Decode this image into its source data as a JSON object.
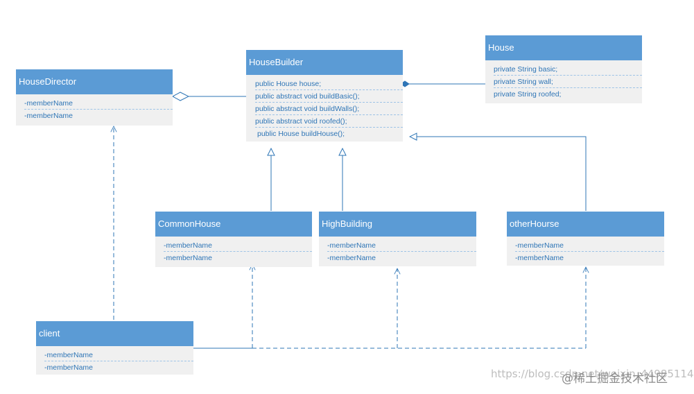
{
  "classes": {
    "house_director": {
      "name": "HouseDirector",
      "members": [
        "-memberName",
        "-memberName"
      ]
    },
    "house_builder": {
      "name": "HouseBuilder",
      "members": [
        "public House house;",
        "public abstract void buildBasic();",
        "public abstract void buildWalls();",
        "public abstract void roofed();",
        "public House buildHouse();"
      ]
    },
    "house": {
      "name": "House",
      "members": [
        "private String basic;",
        "private String wall;",
        "private String roofed;"
      ]
    },
    "common_house": {
      "name": "CommonHouse",
      "members": [
        "-memberName",
        "-memberName"
      ]
    },
    "high_building": {
      "name": "HighBuilding",
      "members": [
        "-memberName",
        "-memberName"
      ]
    },
    "other_hourse": {
      "name": "otherHourse",
      "members": [
        "-memberName",
        "-memberName"
      ]
    },
    "client": {
      "name": "client",
      "members": [
        "-memberName",
        "-memberName"
      ]
    }
  },
  "colors": {
    "header_fill": "#5b9bd5",
    "body_fill": "#f0f0f0",
    "member_text": "#2e75b6",
    "connector": "#2e75b6"
  },
  "watermark": {
    "url_text": "https://blog.csdn.net/weixin_44985114",
    "site_text": "@稀土掘金技术社区"
  }
}
